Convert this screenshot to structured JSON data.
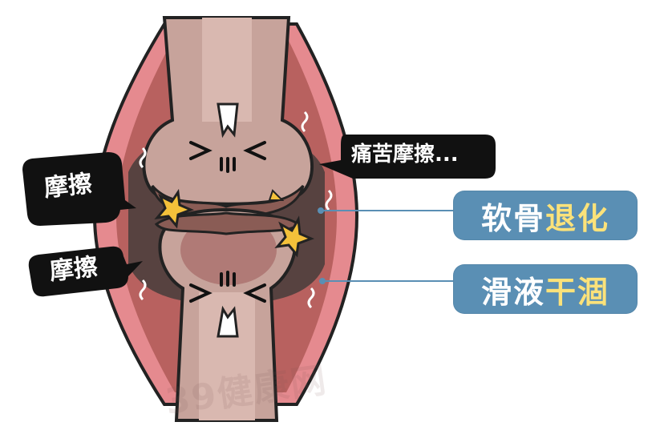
{
  "bubbles": {
    "top_right": "痛苦摩擦...",
    "left_upper": "摩擦",
    "left_lower": "摩擦"
  },
  "labels": {
    "cartilage": {
      "part1": "软骨",
      "part2": "退化"
    },
    "synovial": {
      "part1": "滑液",
      "part2": "干涸"
    }
  },
  "watermark": "39健康网",
  "colors": {
    "tag_bg": "#5a8fb4",
    "tag_highlight": "#fbe27a",
    "bone": "#c8a29a",
    "capsule": "#d9737c",
    "degraded": "#4a3634"
  }
}
